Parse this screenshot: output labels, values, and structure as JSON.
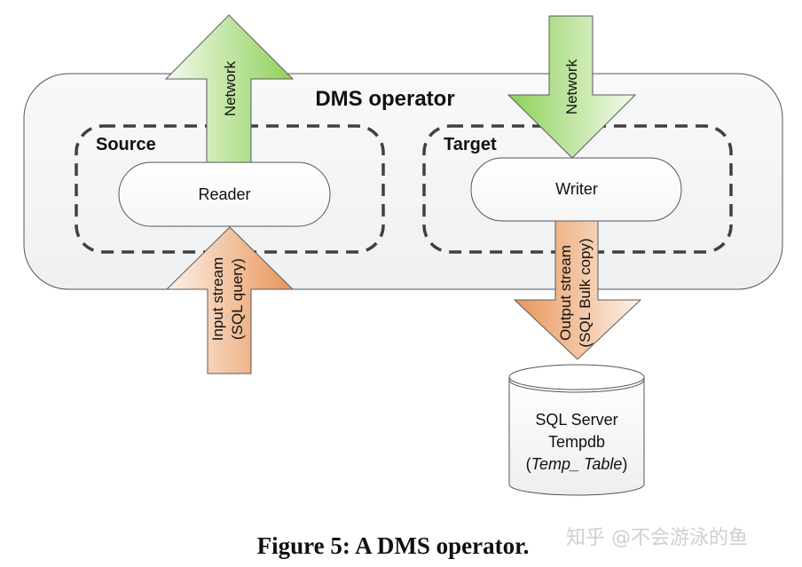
{
  "diagram": {
    "operator": {
      "title": "DMS operator"
    },
    "source": {
      "title": "Source",
      "component": "Reader",
      "network_arrow": {
        "label": "Network",
        "direction": "up"
      },
      "input_arrow": {
        "label_line1": "Input stream",
        "label_line2": "(SQL query)",
        "direction": "up"
      }
    },
    "target": {
      "title": "Target",
      "component": "Writer",
      "network_arrow": {
        "label": "Network",
        "direction": "down"
      },
      "output_arrow": {
        "label_line1": "Output stream",
        "label_line2": "(SQL Bulk copy)",
        "direction": "down"
      }
    },
    "database": {
      "line1": "SQL Server",
      "line2": "Tempdb",
      "line3_open": "(",
      "line3_italic": "Temp_ Table",
      "line3_close": ")"
    },
    "colors": {
      "network_green": "#8fd05a",
      "stream_orange": "#e8955a",
      "operator_fill": "#f4f5f7",
      "dash_stroke": "#404040"
    }
  },
  "caption": "Figure 5: A DMS operator.",
  "watermark": "知乎 @不会游泳的鱼"
}
